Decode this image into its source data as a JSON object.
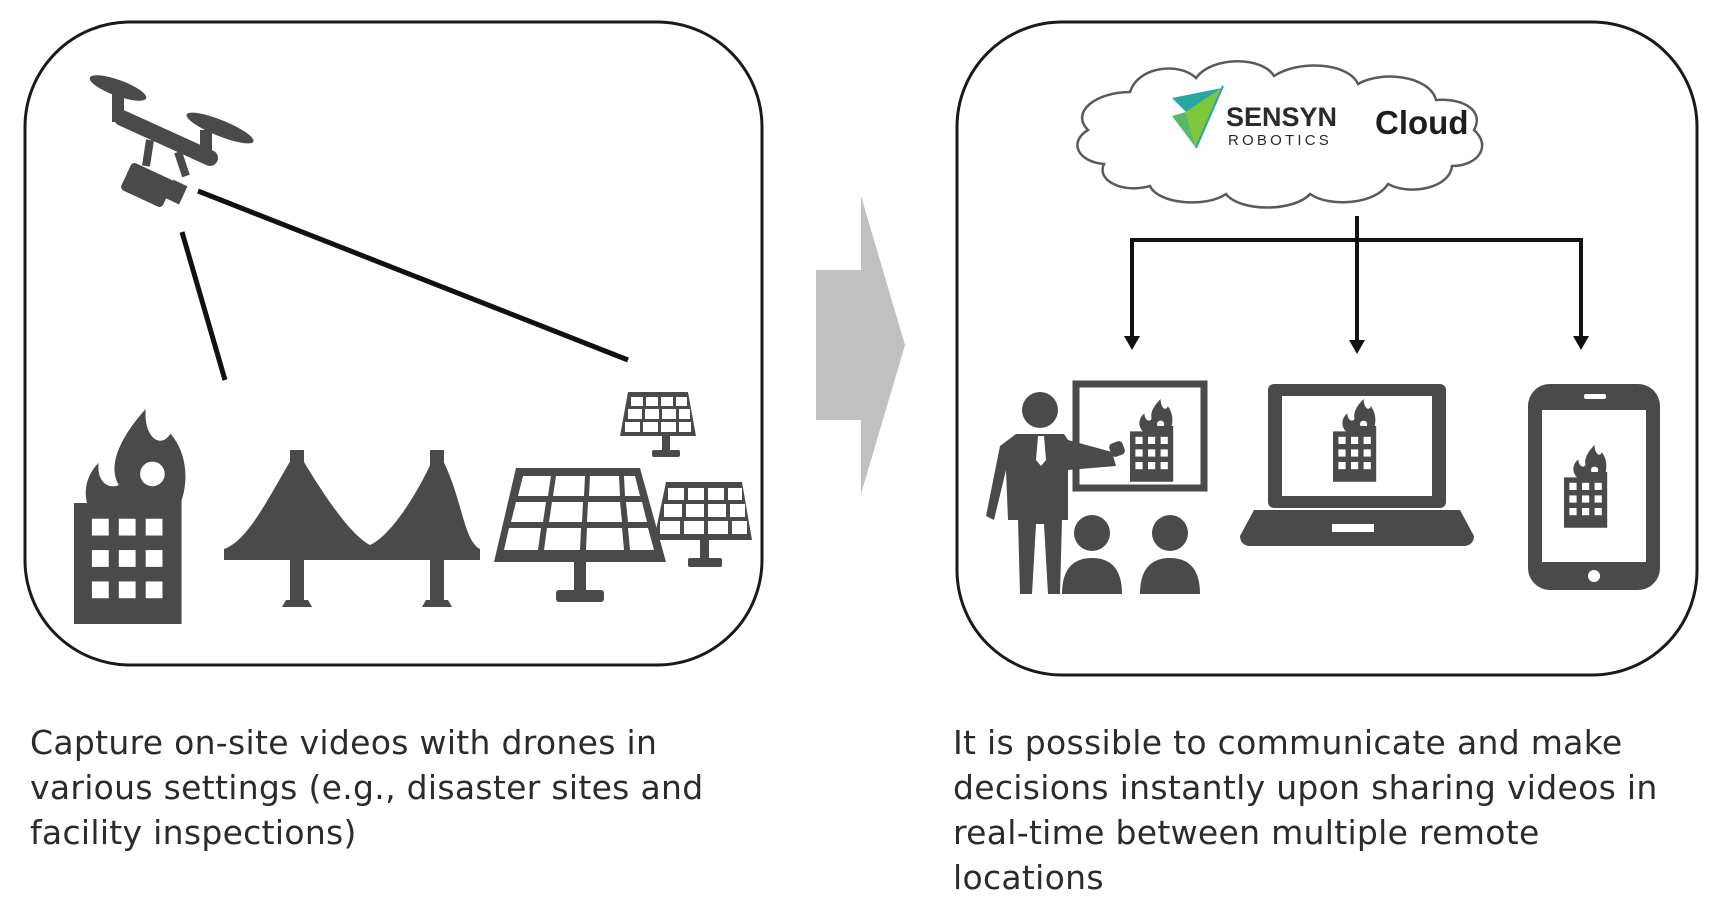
{
  "cloud": {
    "brand_top": "SENSYN",
    "brand_bottom": "ROBOTICS",
    "product": "Cloud"
  },
  "captions": {
    "left": [
      "Capture on-site videos with drones in",
      "various settings (e.g., disaster sites and",
      "facility inspections)"
    ],
    "right": [
      "It is possible to communicate and make",
      "decisions instantly upon sharing videos in",
      "real-time between multiple remote",
      "locations"
    ]
  },
  "colors": {
    "icon": "#4a4a4a",
    "panel_border": "#1a1a1a",
    "arrow": "#c0c0c0",
    "logo_green": "#7cc83a",
    "logo_teal": "#2aa6a0",
    "cloud_stroke": "#5a5a5a"
  },
  "icons": [
    "drone-icon",
    "burning-building-icon",
    "bridge-icon",
    "solar-panel-icon",
    "cloud-icon",
    "presenter-icon",
    "audience-icon",
    "laptop-icon",
    "smartphone-icon",
    "process-arrow-icon"
  ]
}
